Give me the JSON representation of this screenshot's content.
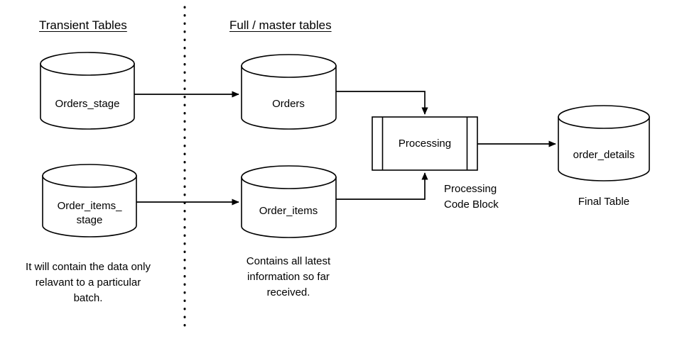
{
  "diagram": {
    "title_sections": [
      {
        "id": "transient",
        "label": "Transient Tables"
      },
      {
        "id": "full-master",
        "label": "Full / master tables"
      }
    ],
    "nodes": [
      {
        "id": "orders-stage",
        "shape": "cylinder",
        "label": "Orders_stage"
      },
      {
        "id": "order-items-stage",
        "shape": "cylinder",
        "label": "Order_items_\nstage"
      },
      {
        "id": "orders",
        "shape": "cylinder",
        "label": "Orders"
      },
      {
        "id": "order-items",
        "shape": "cylinder",
        "label": "Order_items"
      },
      {
        "id": "processing",
        "shape": "predefined-process",
        "label": "Processing"
      },
      {
        "id": "order-details",
        "shape": "cylinder",
        "label": "order_details"
      }
    ],
    "captions": [
      {
        "id": "transient-note",
        "text": "It will contain the data only\nrelavant to a particular\nbatch."
      },
      {
        "id": "master-note",
        "text": "Contains all latest\ninformation so far\nreceived."
      },
      {
        "id": "processing-note",
        "text": "Processing\nCode Block"
      },
      {
        "id": "final-table-note",
        "text": "Final Table"
      }
    ],
    "edges": [
      {
        "id": "orders-stage-to-orders",
        "from": "orders-stage",
        "to": "orders"
      },
      {
        "id": "order-items-stage-to-order-items",
        "from": "order-items-stage",
        "to": "order-items"
      },
      {
        "id": "orders-to-processing",
        "from": "orders",
        "to": "processing"
      },
      {
        "id": "order-items-to-processing",
        "from": "order-items",
        "to": "processing"
      },
      {
        "id": "processing-to-order-details",
        "from": "processing",
        "to": "order-details"
      }
    ],
    "divider": {
      "id": "vertical-divider",
      "style": "dotted"
    },
    "colors": {
      "stroke": "#000000",
      "text": "#000000",
      "background": "#ffffff"
    }
  }
}
